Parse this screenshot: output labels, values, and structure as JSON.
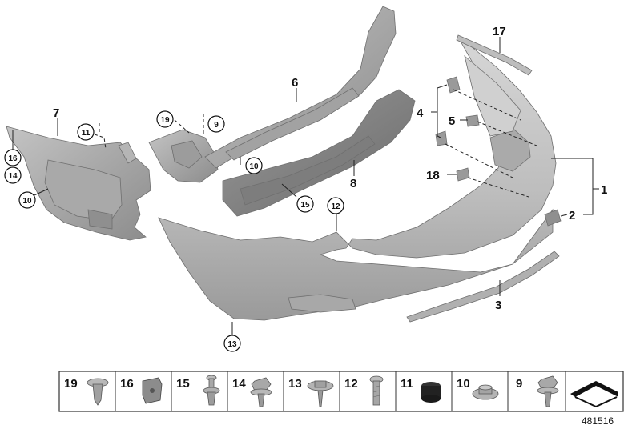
{
  "diagram_ref": "481516",
  "callouts": {
    "c1": "1",
    "c2": "2",
    "c3": "3",
    "c4": "4",
    "c5": "5",
    "c6": "6",
    "c7": "7",
    "c8": "8",
    "c17": "17",
    "c18": "18"
  },
  "circled": {
    "c9": "9",
    "c10a": "10",
    "c10b": "10",
    "c11": "11",
    "c12": "12",
    "c13": "13",
    "c14": "14",
    "c15": "15",
    "c16": "16",
    "c19": "19"
  },
  "legend": [
    "19",
    "16",
    "15",
    "14",
    "13",
    "12",
    "11",
    "10",
    "9"
  ],
  "colors": {
    "part_fill": "#c9c9c9",
    "part_dark": "#8a8a8a",
    "bumper": "#bdbdbd"
  }
}
